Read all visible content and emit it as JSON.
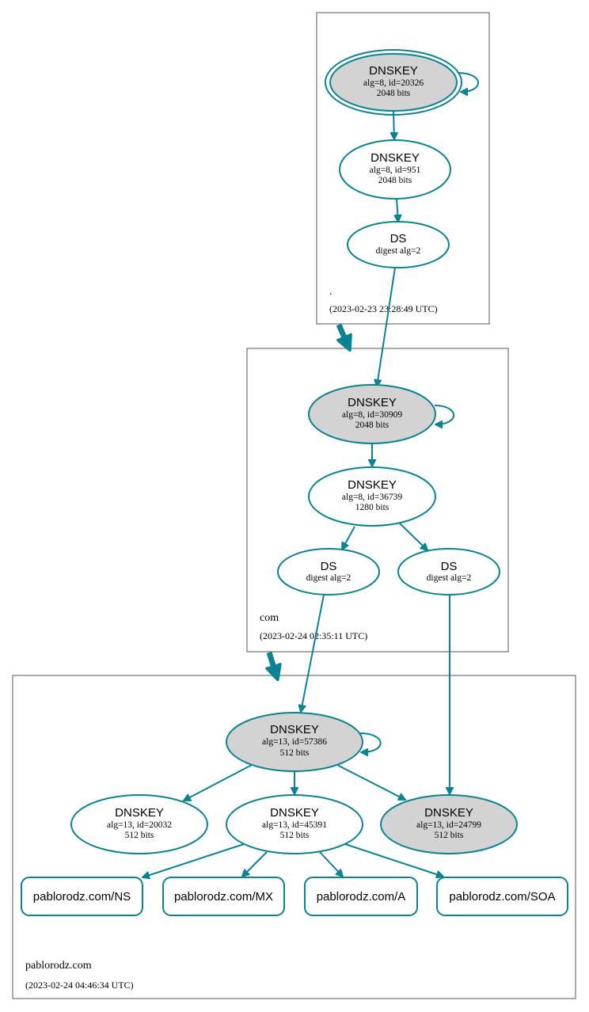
{
  "colors": {
    "edge": "#0a8393",
    "secure_fill": "#d3d3d3",
    "box_stroke": "#555555"
  },
  "zones": {
    "root": {
      "name": ".",
      "timestamp": "(2023-02-23 23:28:49 UTC)"
    },
    "com": {
      "name": "com",
      "timestamp": "(2023-02-24 02:35:11 UTC)"
    },
    "pablorodz": {
      "name": "pablorodz.com",
      "timestamp": "(2023-02-24 04:46:34 UTC)"
    }
  },
  "nodes": {
    "root_ksk": {
      "type": "DNSKEY",
      "line1": "alg=8, id=20326",
      "line2": "2048 bits"
    },
    "root_zsk": {
      "type": "DNSKEY",
      "line1": "alg=8, id=951",
      "line2": "2048 bits"
    },
    "root_ds": {
      "type": "DS",
      "line1": "digest alg=2"
    },
    "com_ksk": {
      "type": "DNSKEY",
      "line1": "alg=8, id=30909",
      "line2": "2048 bits"
    },
    "com_zsk": {
      "type": "DNSKEY",
      "line1": "alg=8, id=36739",
      "line2": "1280 bits"
    },
    "com_ds1": {
      "type": "DS",
      "line1": "digest alg=2"
    },
    "com_ds2": {
      "type": "DS",
      "line1": "digest alg=2"
    },
    "p_ksk1": {
      "type": "DNSKEY",
      "line1": "alg=13, id=57386",
      "line2": "512 bits"
    },
    "p_key20032": {
      "type": "DNSKEY",
      "line1": "alg=13, id=20032",
      "line2": "512 bits"
    },
    "p_key45391": {
      "type": "DNSKEY",
      "line1": "alg=13, id=45391",
      "line2": "512 bits"
    },
    "p_key24799": {
      "type": "DNSKEY",
      "line1": "alg=13, id=24799",
      "line2": "512 bits"
    }
  },
  "rrsets": {
    "ns": "pablorodz.com/NS",
    "mx": "pablorodz.com/MX",
    "a": "pablorodz.com/A",
    "soa": "pablorodz.com/SOA"
  }
}
